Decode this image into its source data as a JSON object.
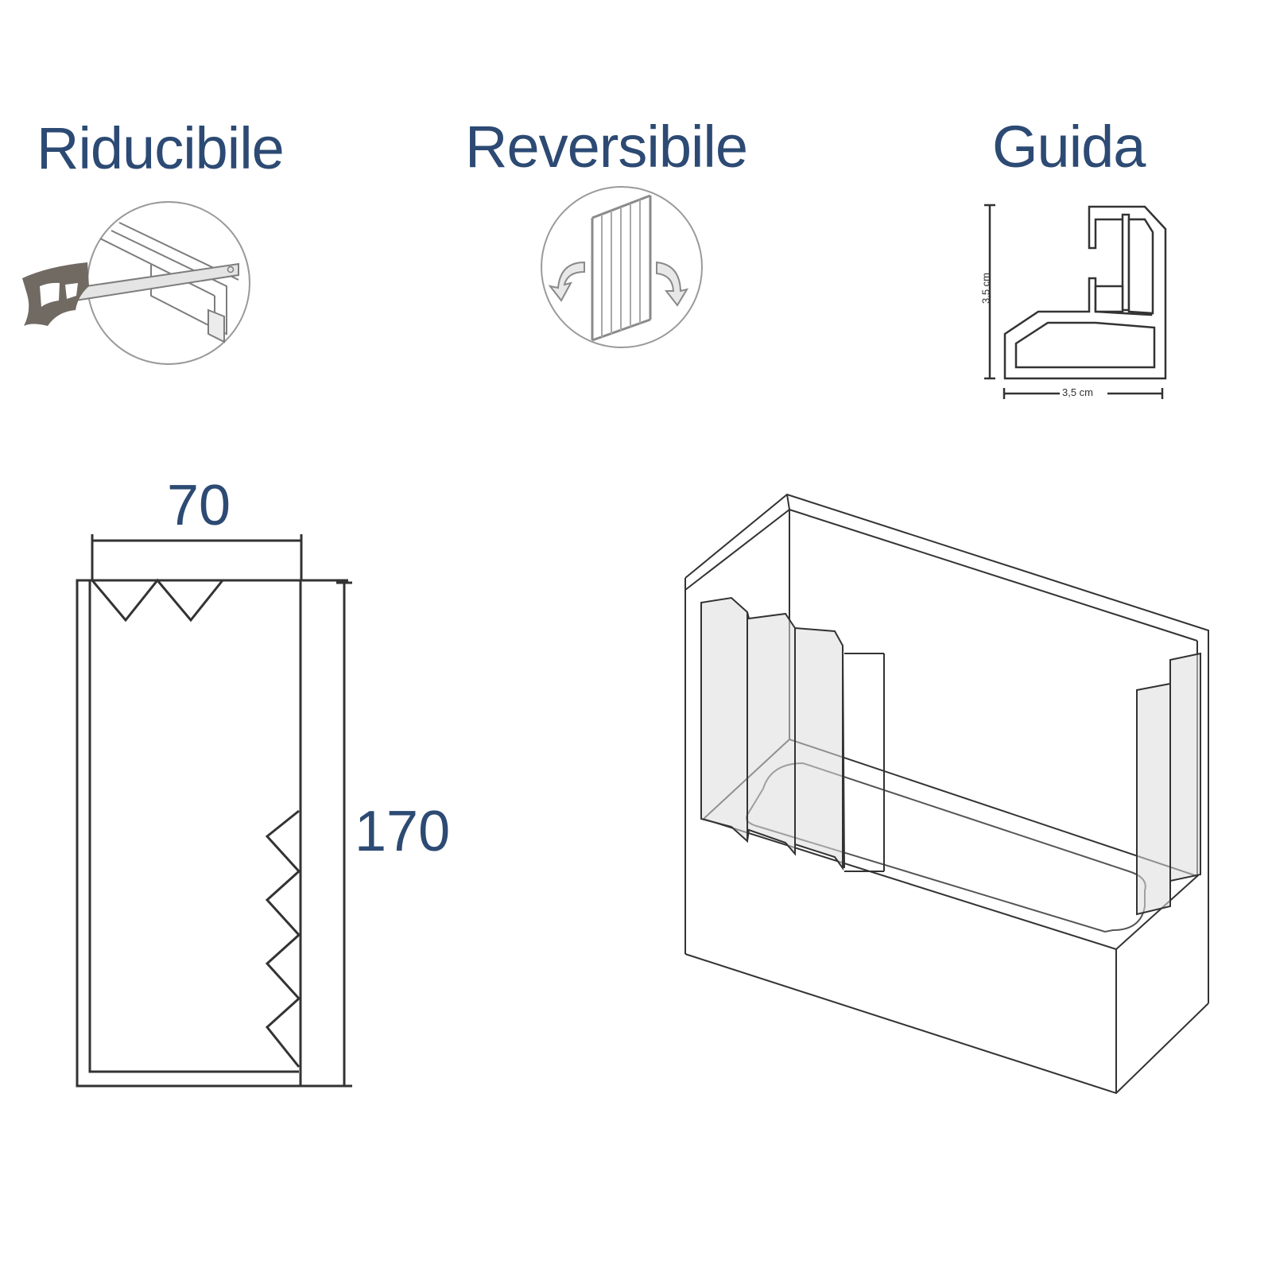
{
  "features": {
    "reducible": {
      "title": "Riducibile",
      "icon": "saw-cutting-profile-icon"
    },
    "reversible": {
      "title": "Reversibile",
      "icon": "reversible-door-rotate-icon"
    },
    "guide": {
      "title": "Guida",
      "icon": "guide-profile-section-icon",
      "height_label": "3,5 cm",
      "width_label": "3,5 cm"
    }
  },
  "panel_diagram": {
    "width_label": "70",
    "height_label": "170"
  },
  "bathtub_illustration": {
    "icon": "folding-bath-screen-icon"
  },
  "colors": {
    "title": "#2c4a73",
    "line": "#333333",
    "glass": "#dcdcdc"
  }
}
